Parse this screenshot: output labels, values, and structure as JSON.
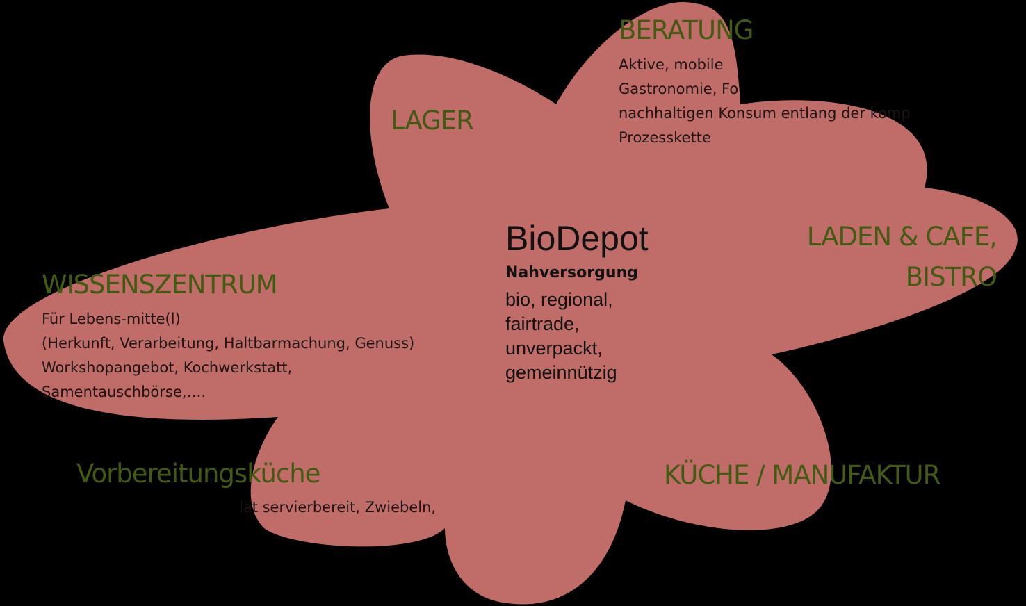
{
  "colors": {
    "background": "#000000",
    "flower": "#c06c68",
    "heading": "#435a12"
  },
  "center": {
    "title": "BioDepot",
    "subtitle": "Nahversorgung",
    "lines": [
      "bio, regional,",
      "fairtrade,",
      "unverpackt,",
      "gemeinnützig"
    ]
  },
  "beratung": {
    "title": "BERATUNG",
    "lines": [
      "Aktive, mobile",
      "Gastronomie, Fo",
      "nachhaltigen Konsum entlang der komp",
      "Prozesskette"
    ]
  },
  "lager": {
    "title": "LAGER"
  },
  "laden": {
    "title_line1": "LADEN & CAFE,",
    "title_line2": "BISTRO"
  },
  "wissen": {
    "title": "WISSENSZENTRUM",
    "lines": [
      "Für Lebens-mitte(l)",
      "(Herkunft, Verarbeitung, Haltbarmachung, Genuss)",
      "Workshopangebot, Kochwerkstatt,",
      "Samentauschbörse,…."
    ]
  },
  "vorbereitung": {
    "title": "Vorbereitungsküche",
    "line": "lat servierbereit, Zwiebeln,"
  },
  "kueche": {
    "title": "KÜCHE / MANUFAKTUR"
  }
}
